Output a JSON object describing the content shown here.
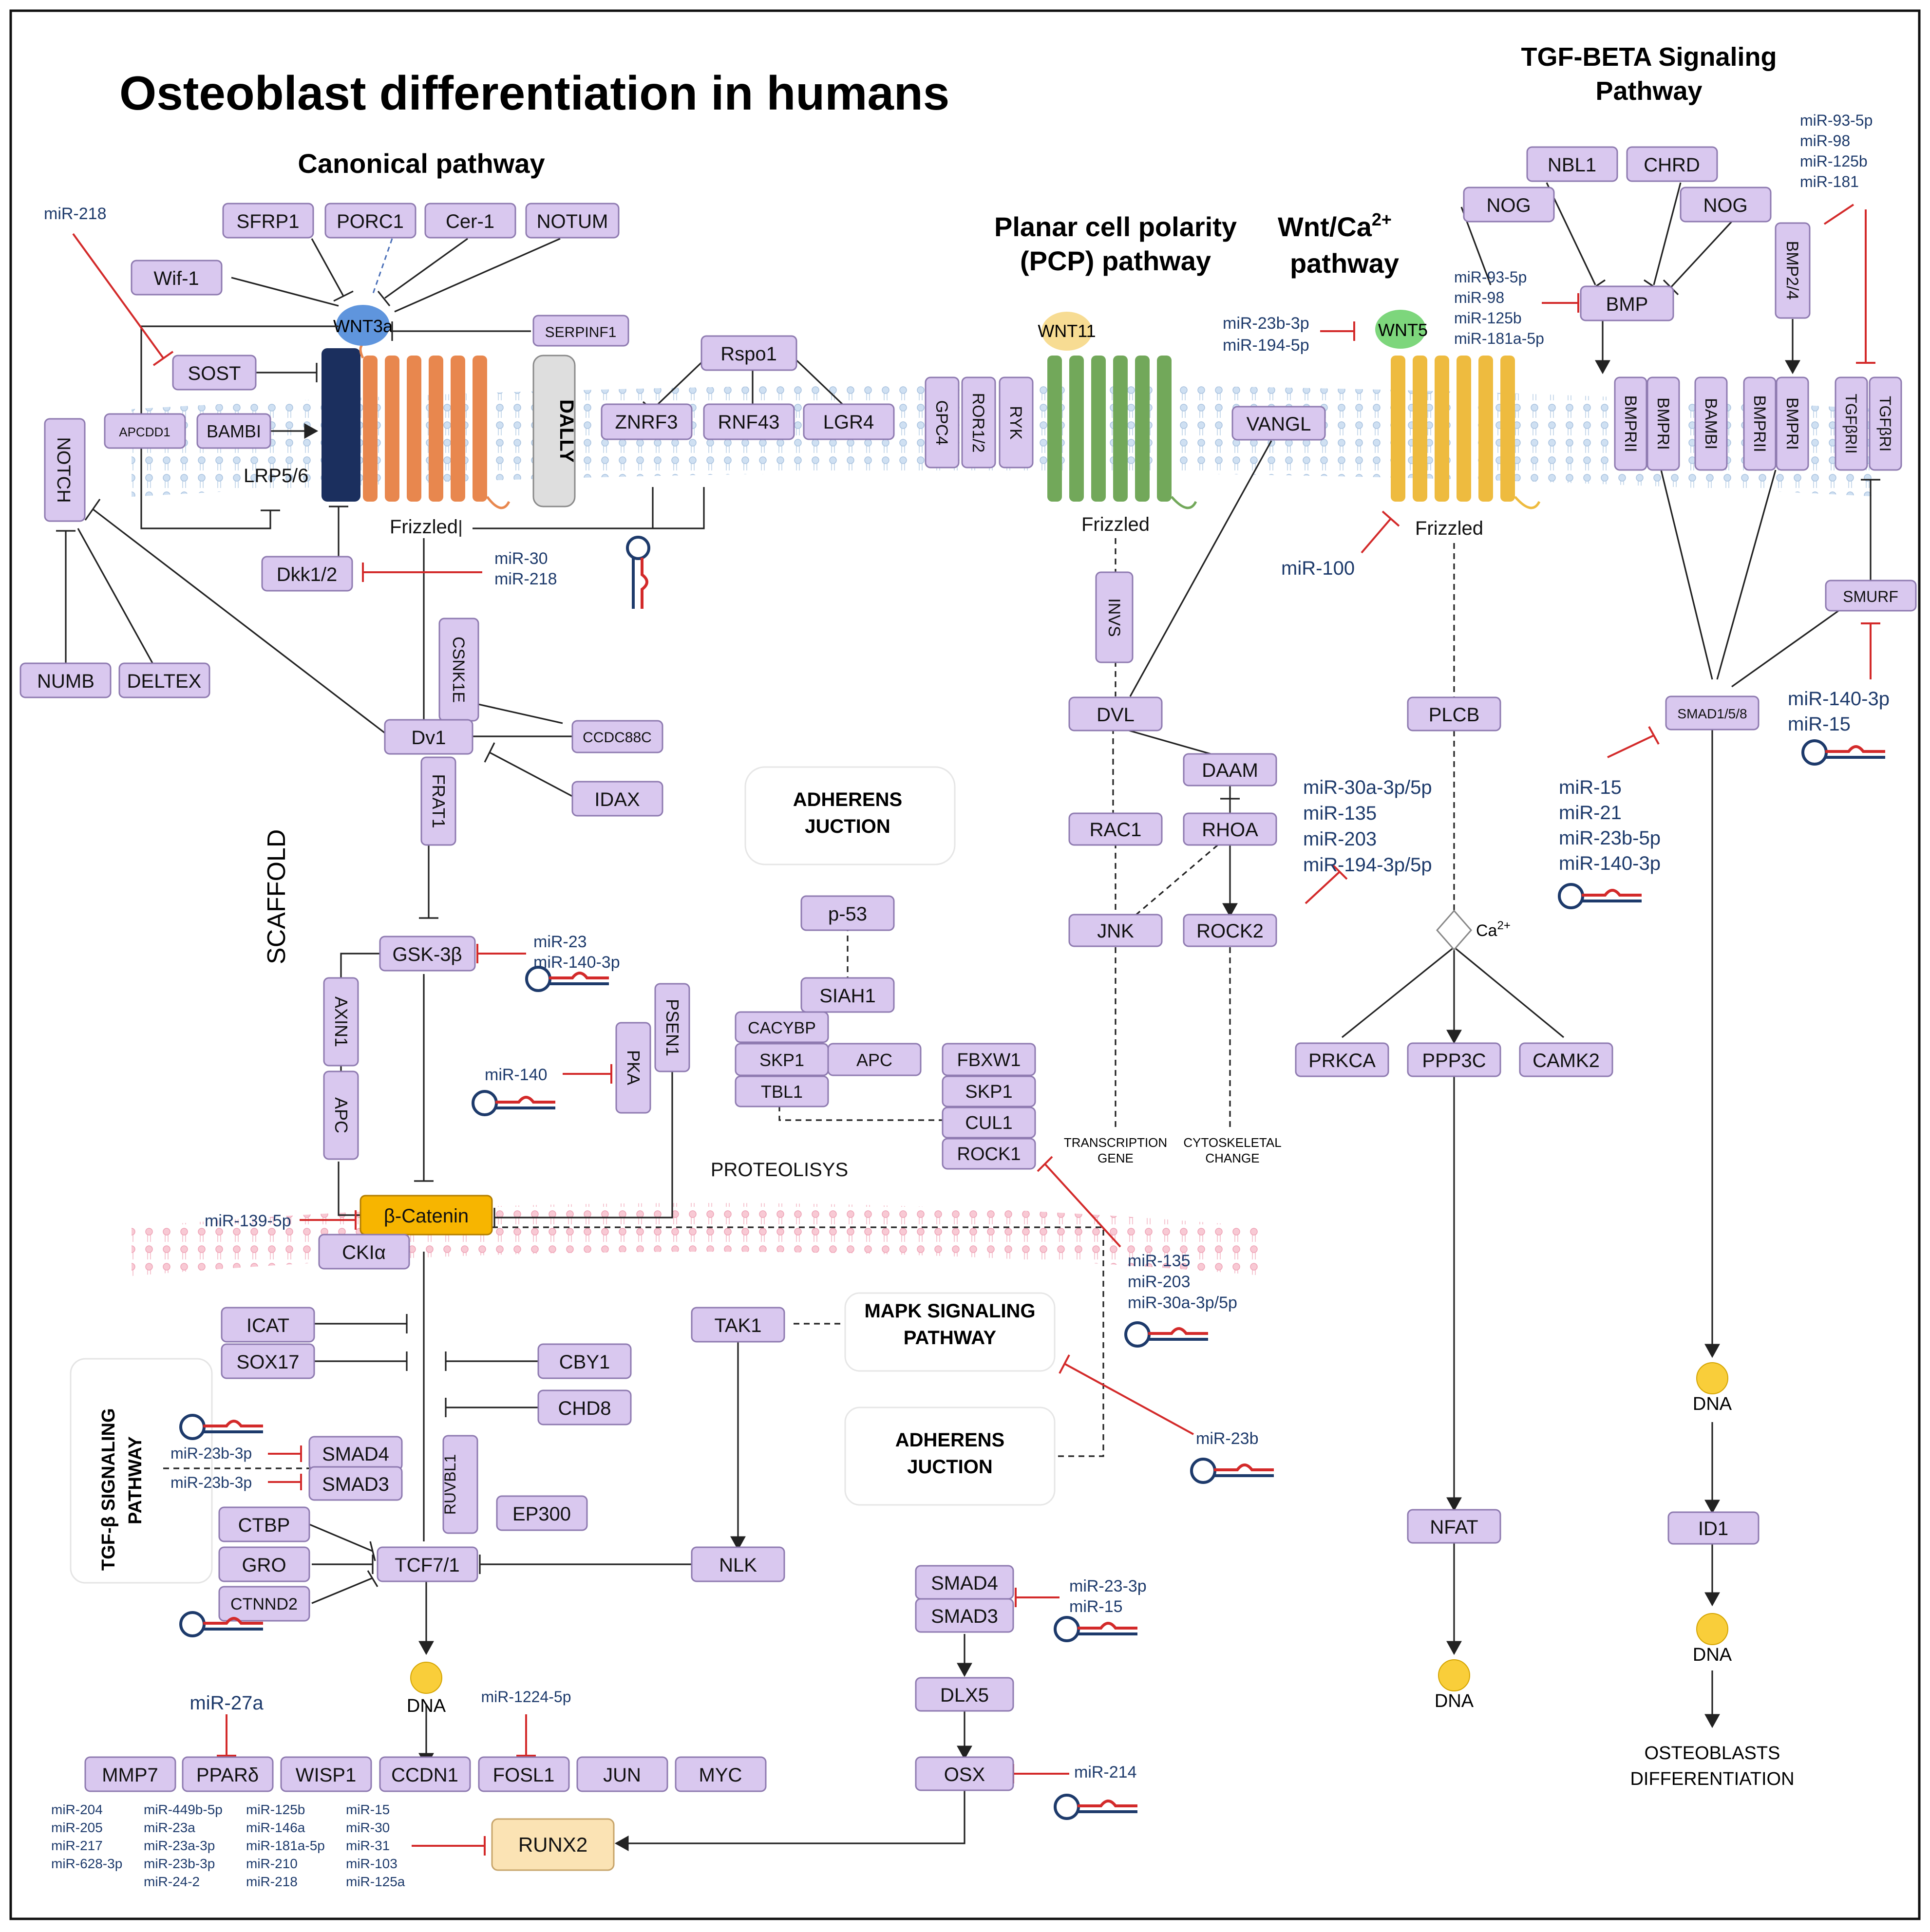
{
  "title": "Osteoblast differentiation in humans",
  "headings": {
    "canonical": "Canonical pathway",
    "pcp_line1": "Planar cell polarity",
    "pcp_line2": "(PCP) pathway",
    "wntca_line1": "Wnt/Ca",
    "wntca_sup": "2+",
    "wntca_line2": "pathway",
    "tgfb_line1": "TGF-BETA Signaling",
    "tgfb_line2": "Pathway",
    "scaffold": "SCAFFOLD",
    "tgfb_side_line1": "TGF-β SIGNALING",
    "tgfb_side_line2": "PATHWAY",
    "adherens_top_line1": "ADHERENS",
    "adherens_top_line2": "JUCTION",
    "adherens_bottom_line1": "ADHERENS",
    "adherens_bottom_line2": "JUCTION",
    "mapk_line1": "MAPK SIGNALING",
    "mapk_line2": "PATHWAY"
  },
  "labels": {
    "lrp": "LRP5/6",
    "frizzled_1": "Frizzled",
    "frizzled_2": "Frizzled",
    "frizzled_3": "Frizzled",
    "wnt3a": "WNT3a",
    "wnt11": "WNT11",
    "wnt5": "WNT5",
    "dally": "DALLY",
    "proteolysis": "PROTEOLISYS",
    "transcription_line1": "TRANSCRIPTION",
    "transcription_line2": "GENE",
    "cytoskeletal_line1": "CYTOSKELETAL",
    "cytoskeletal_line2": "CHANGE",
    "ca2": "Ca",
    "ca2_sup": "2+",
    "dna_1": "DNA",
    "dna_2": "DNA",
    "dna_3": "DNA",
    "dna_4": "DNA",
    "osteo_line1": "OSTEOBLASTS",
    "osteo_line2": "DIFFERENTIATION"
  },
  "nodes": {
    "sfrp1": "SFRP1",
    "porc1": "PORC1",
    "cer1": "Cer-1",
    "notum": "NOTUM",
    "wif1": "Wif-1",
    "serpinf1": "SERPINF1",
    "sost": "SOST",
    "apcdd1": "APCDD1",
    "bambi_1": "BAMBI",
    "notch": "NOTCH",
    "rspo1": "Rspo1",
    "znrf3": "ZNRF3",
    "rnf43": "RNF43",
    "lgr4": "LGR4",
    "dkk": "Dkk1/2",
    "numb": "NUMB",
    "deltex": "DELTEX",
    "csnk1e": "CSNK1E",
    "dv1": "Dv1",
    "ccdc88c": "CCDC88C",
    "idax": "IDAX",
    "frat1": "FRAT1",
    "gsk3b": "GSK-3β",
    "axin1": "AXIN1",
    "apc_1": "APC",
    "psen1": "PSEN1",
    "pka": "PKA",
    "bcatenin": "β-Catenin",
    "ckia": "CKIα",
    "icat": "ICAT",
    "sox17": "SOX17",
    "cby1": "CBY1",
    "chd8": "CHD8",
    "smad4_1": "SMAD4",
    "smad3_1": "SMAD3",
    "ruvbl1": "RUVBL1",
    "ep300": "EP300",
    "ctbp": "CTBP",
    "gro": "GRO",
    "ctnnd2": "CTNND2",
    "tcf71": "TCF7/1",
    "nlk": "NLK",
    "tak1": "TAK1",
    "p53": "p-53",
    "siah1": "SIAH1",
    "cacybp": "CACYBP",
    "skp1_1": "SKP1",
    "apc_2": "APC",
    "tbl1": "TBL1",
    "fbxw1": "FBXW1",
    "skp1_2": "SKP1",
    "cul1": "CUL1",
    "rock1": "ROCK1",
    "gpc4": "GPC4",
    "ror12": "ROR1/2",
    "ryk": "RYK",
    "vangl": "VANGL",
    "invs": "INVS",
    "dvl": "DVL",
    "daam": "DAAM",
    "rac1": "RAC1",
    "rhoa": "RHOA",
    "jnk": "JNK",
    "rock2": "ROCK2",
    "plcb": "PLCB",
    "prkca": "PRKCA",
    "ppp3c": "PPP3C",
    "camk2": "CAMK2",
    "nfat": "NFAT",
    "nbl1": "NBL1",
    "chrd": "CHRD",
    "nog_1": "NOG",
    "nog_2": "NOG",
    "bmp": "BMP",
    "bmp24": "BMP2/4",
    "bmprii_1": "BMPRII",
    "bmpri_1": "BMPRI",
    "bambi_2": "BAMBI",
    "bmprii_2": "BMPRII",
    "bmpri_2": "BMPRI",
    "tgfbrii": "TGFβRII",
    "tgfbri": "TGFβRI",
    "smurf": "SMURF",
    "smad158": "SMAD1/5/8",
    "id1": "ID1",
    "smad4_2": "SMAD4",
    "smad3_2": "SMAD3",
    "dlx5": "DLX5",
    "osx": "OSX",
    "mmp7": "MMP7",
    "ppard": "PPARδ",
    "wisp1": "WISP1",
    "ccdn1": "CCDN1",
    "fosl1": "FOSL1",
    "jun": "JUN",
    "myc": "MYC",
    "runx2": "RUNX2"
  },
  "mirnas": {
    "mir218_top": "miR-218",
    "dkk_line1": "miR-30",
    "dkk_line2": "miR-218",
    "gsk_line1": "miR-23",
    "gsk_line2": "miR-140-3p",
    "pka": "miR-140",
    "bcat": "miR-139-5p",
    "smad4": "miR-23b-3p",
    "smad3": "miR-23b-3p",
    "ppard": "miR-27a",
    "fosl1": "miR-1224-5p",
    "rock1_line1": "miR-135",
    "rock1_line2": "miR-203",
    "rock1_line3": "miR-30a-3p/5p",
    "mapk": "miR-23b",
    "smad43_line1": "miR-23-3p",
    "smad43_line2": "miR-15",
    "osx": "miR-214",
    "wnt5_line1": "miR-23b-3p",
    "wnt5_line2": "miR-194-5p",
    "fz3": "miR-100",
    "rock2_line1": "miR-30a-3p/5p",
    "rock2_line2": "miR-135",
    "rock2_line3": "miR-203",
    "rock2_line4": "miR-194-3p/5p",
    "bmp_line1": "miR-93-5p",
    "bmp_line2": "miR-98",
    "bmp_line3": "miR-125b",
    "bmp_line4": "miR-181a-5p",
    "tgf_line1": "miR-93-5p",
    "tgf_line2": "miR-98",
    "tgf_line3": "miR-125b",
    "tgf_line4": "miR-181",
    "smurf_line1": "miR-140-3p",
    "smurf_line2": "miR-15",
    "smad158_line1": "miR-15",
    "smad158_line2": "miR-21",
    "smad158_line3": "miR-23b-5p",
    "smad158_line4": "miR-140-3p",
    "runx2_col1": [
      "miR-204",
      "miR-205",
      "miR-217",
      "miR-628-3p"
    ],
    "runx2_col2": [
      "miR-449b-5p",
      "miR-23a",
      "miR-23a-3p",
      "miR-23b-3p",
      "miR-24-2"
    ],
    "runx2_col3": [
      "miR-125b",
      "miR-146a",
      "miR-181a-5p",
      "miR-210",
      "miR-218"
    ],
    "runx2_col4": [
      "miR-15",
      "miR-30",
      "miR-31",
      "miR-103",
      "miR-125a"
    ]
  },
  "colors": {
    "node_fill": "#d9c8ef",
    "node_stroke": "#8e7ab0",
    "frizzled_orange": "#e8874e",
    "frizzled_green": "#72a85a",
    "frizzled_yellow": "#eebb3f",
    "lrp_navy": "#1b2f5e",
    "membrane_blue": "#c9dcf0",
    "membrane_pink": "#f6c0cd",
    "bcatenin": "#f7b500",
    "runx2": "#fbe3b4",
    "dna": "#f9ce3a",
    "inhibition_red": "#d32a2a",
    "mirna_text": "#1d3a6b"
  }
}
